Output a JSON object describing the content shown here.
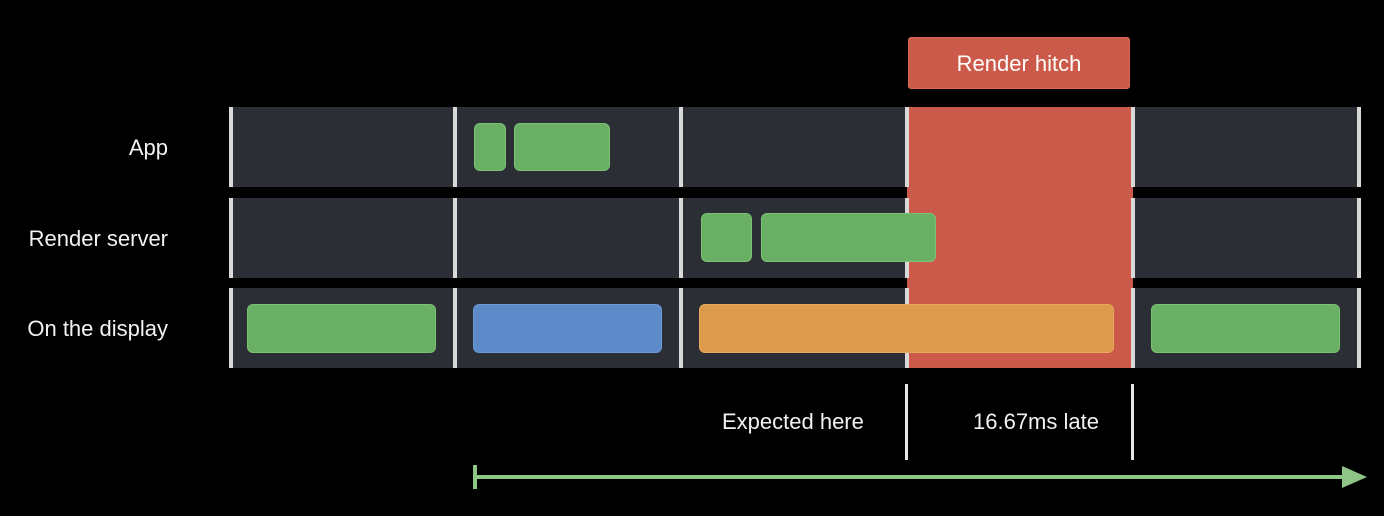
{
  "hitch": {
    "label": "Render hitch",
    "color": "#cb5a4a"
  },
  "lanes": [
    {
      "label": "App"
    },
    {
      "label": "Render server"
    },
    {
      "label": "On the display"
    }
  ],
  "annotations": {
    "expected": "Expected here",
    "late": "16.67ms late"
  },
  "colors": {
    "background": "#000000",
    "lane": "#2b2e35",
    "frame_divider": "#d9d9d9",
    "work_block": "#6ab064",
    "display_frame_blue": "#5d8bc9",
    "display_frame_orange": "#dc9a4c",
    "arrow": "#8fc587"
  }
}
